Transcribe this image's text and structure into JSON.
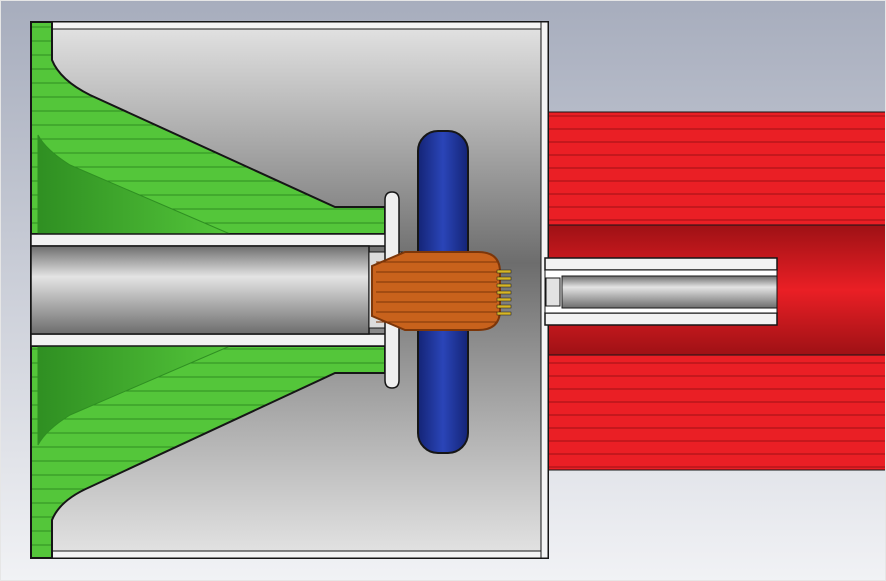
{
  "colors": {
    "background_top": "#a7adbd",
    "background_bottom": "#f1f2f5",
    "housing_metal_light": "#e4e4e4",
    "housing_metal_dark": "#6d6d6d",
    "dielectric_green": "#54c63a",
    "dielectric_green_dark": "#2f8f22",
    "ring_blue": "#2a45b8",
    "ring_blue_dark": "#142476",
    "core_copper": "#c8621c",
    "core_copper_dark": "#7c3609",
    "cable_red": "#ea1f25",
    "cable_red_dark": "#9e1115",
    "pin_gold": "#d7b626",
    "outline": "#161616"
  },
  "parts": [
    {
      "name": "metal-housing"
    },
    {
      "name": "green-dielectric-horn"
    },
    {
      "name": "blue-ring"
    },
    {
      "name": "copper-core"
    },
    {
      "name": "left-coax-tube"
    },
    {
      "name": "red-cable"
    },
    {
      "name": "right-coax-tube"
    }
  ]
}
